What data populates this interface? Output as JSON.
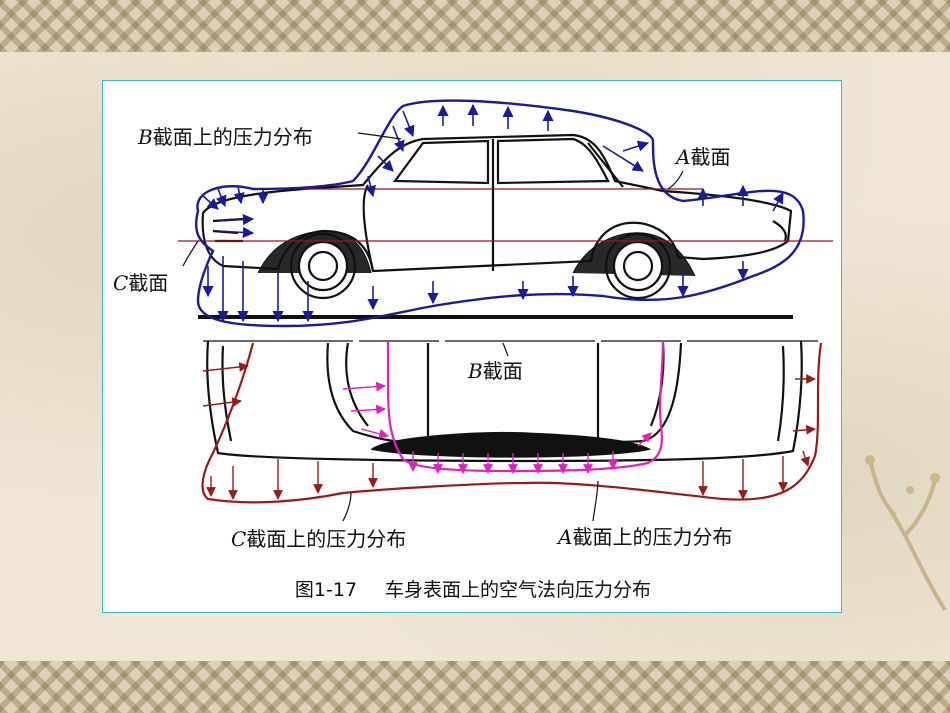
{
  "figure": {
    "labels": {
      "b_pressure": {
        "letter": "B",
        "text": "截面上的压力分布"
      },
      "a_section": {
        "letter": "A",
        "text": "截面"
      },
      "c_section": {
        "letter": "C",
        "text": "截面"
      },
      "b_section": {
        "letter": "B",
        "text": "截面"
      },
      "c_pressure": {
        "letter": "C",
        "text": "截面上的压力分布"
      },
      "a_pressure": {
        "letter": "A",
        "text": "截面上的压力分布"
      }
    },
    "caption": {
      "number": "图1-17",
      "title": "车身表面上的空气法向压力分布"
    },
    "colors": {
      "b_distribution": "#1a1a9a",
      "c_distribution": "#9a1a1a",
      "a_distribution": "#e020c0",
      "section_line": "#a01020",
      "outline": "#111111",
      "panel_border": "#3fb6c9"
    }
  }
}
